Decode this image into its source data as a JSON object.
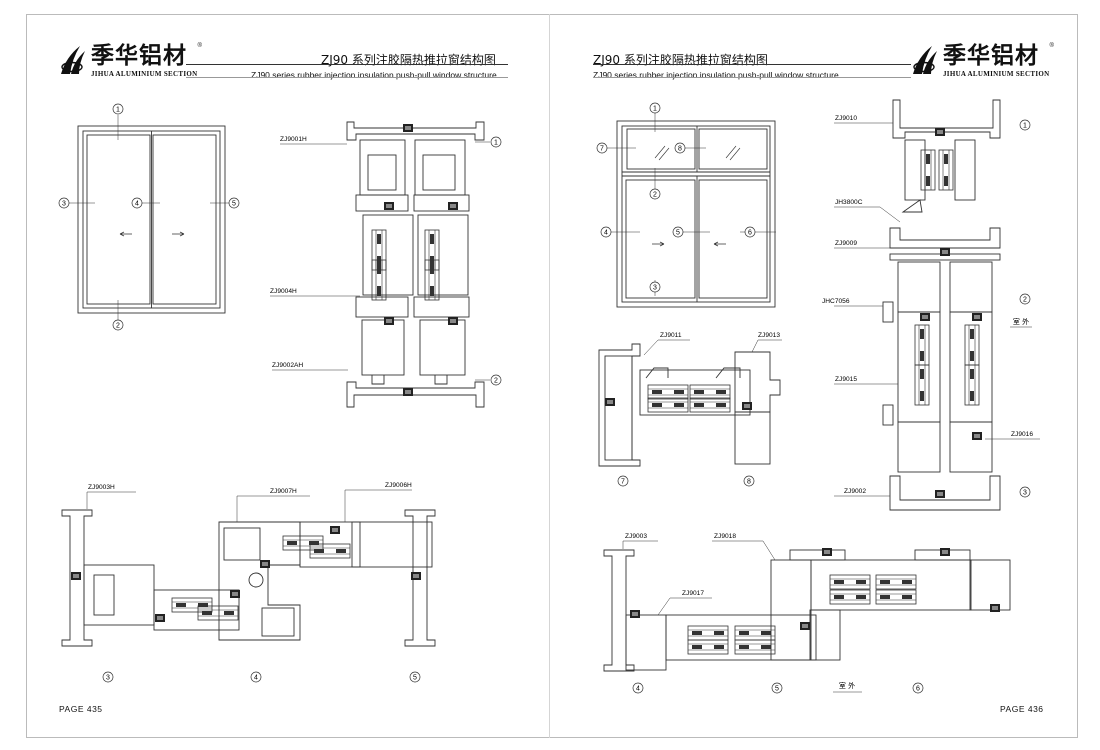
{
  "left_page": {
    "logo": {
      "cn": "季华铝材",
      "en": "JIHUA ALUMINIUM SECTION",
      "reg": "®"
    },
    "title_cn": "ZJ90 系列注胶隔热推拉窗结构图",
    "title_en": "ZJ90 series rubber injection insulation push-pull window structure",
    "page_number": "PAGE 435",
    "elevation_labels": [
      "1",
      "2",
      "3",
      "4",
      "5"
    ],
    "vertical_section": {
      "labels": [
        "ZJ9001H",
        "ZJ9004H",
        "ZJ9002AH"
      ],
      "circles": [
        "1",
        "2"
      ]
    },
    "horizontal_section": {
      "labels": [
        "ZJ9003H",
        "ZJ9007H",
        "ZJ9006H"
      ],
      "circles": [
        "3",
        "4",
        "5"
      ]
    }
  },
  "right_page": {
    "logo": {
      "cn": "季华铝材",
      "en": "JIHUA ALUMINIUM SECTION",
      "reg": "®"
    },
    "title_cn": "ZJ90 系列注胶隔热推拉窗结构图",
    "title_en": "ZJ90 series rubber injection insulation push-pull window structure",
    "page_number": "PAGE 436",
    "elevation_labels": [
      "1",
      "2",
      "3",
      "4",
      "5",
      "6",
      "7",
      "8"
    ],
    "vertical_section": {
      "labels": [
        "ZJ9010",
        "JH3800C",
        "ZJ9009",
        "JHC7056",
        "ZJ9015",
        "ZJ9016",
        "ZJ9002"
      ],
      "circles": [
        "1",
        "2",
        "3"
      ],
      "outdoor": "室 外"
    },
    "transom_section": {
      "labels": [
        "ZJ9011",
        "ZJ9013"
      ],
      "circles": [
        "7",
        "8"
      ]
    },
    "horizontal_section": {
      "labels": [
        "ZJ9003",
        "ZJ9018",
        "ZJ9017"
      ],
      "circles": [
        "4",
        "5",
        "6"
      ],
      "outdoor": "室 外"
    }
  }
}
